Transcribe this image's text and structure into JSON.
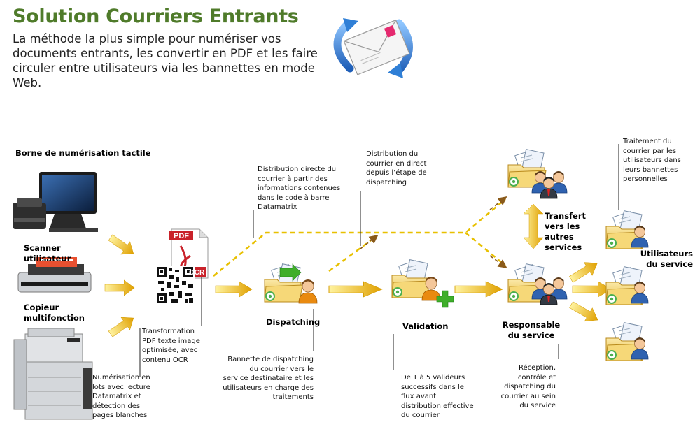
{
  "header": {
    "title": "Solution Courriers Entrants",
    "subtitle": "La méthode la plus simple pour numériser vos documents entrants, les convertir en PDF et les faire circuler entre utilisateurs via les bannettes en mode Web."
  },
  "labels": {
    "borne": "Borne de numérisation tactile",
    "scanner": "Scanner utilisateur",
    "copieur": "Copieur multifonction",
    "dispatching": "Dispatching",
    "validation": "Validation",
    "responsable": "Responsable du service",
    "transfert": "Transfert vers les autres services",
    "utilisateurs": "Utilisateurs du service",
    "pdf": "PDF",
    "ocr": "OCR"
  },
  "notes": {
    "numerisation": "Numérisation en lots avec lecture Datamatrix et détection des pages blanches",
    "transformation": "Transformation PDF texte image optimisée, avec contenu OCR",
    "distribution_directe": "Distribution directe du courrier à partir des informations contenues dans le code à barre Datamatrix",
    "bannette": "Bannette de dispatching du courrier vers le service destinataire et les utilisateurs en charge des traitements",
    "distribution_direct": "Distribution du courrier en direct depuis l’étape de dispatching",
    "valideurs": "De 1 à 5 valideurs successifs dans le flux avant distribution effective du courrier",
    "reception": "Réception, contrôle et dispatching du courrier au sein du service",
    "traitement": "Traitement du courrier par les utilisateurs dans leurs bannettes personnelles"
  },
  "colors": {
    "title": "#4f7b2a",
    "arrow": "#f2b705",
    "arrow_dark": "#d08a00",
    "dashed": "#e8c000",
    "dashed_dark": "#8a5a1a",
    "folder": "#f3d36b",
    "person_orange": "#e98a10",
    "person_blue": "#2f62b0",
    "plus_green": "#3fae2a",
    "pdf_red": "#c9222a"
  }
}
